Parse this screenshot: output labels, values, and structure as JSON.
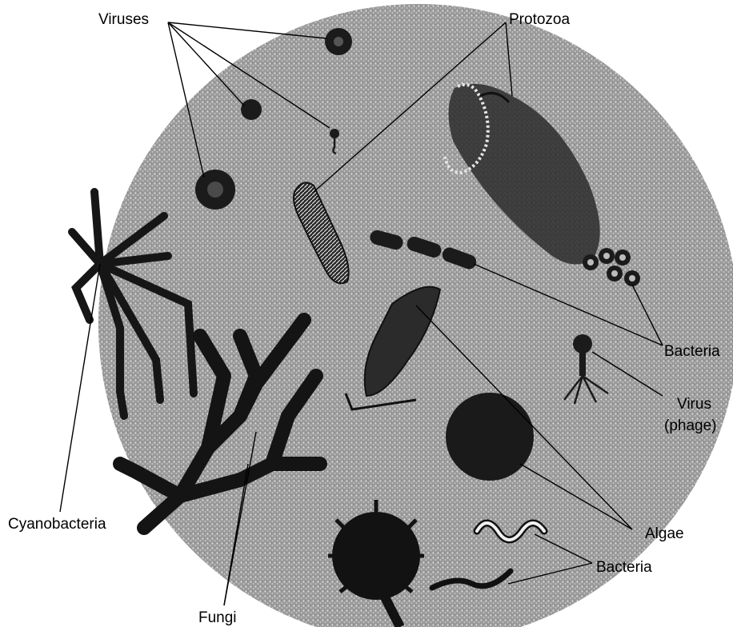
{
  "labels": {
    "viruses": "Viruses",
    "protozoa": "Protozoa",
    "bacteria_right": "Bacteria",
    "virus_phage_line1": "Virus",
    "virus_phage_line2": "(phage)",
    "algae": "Algae",
    "bacteria_bottom": "Bacteria",
    "cyanobacteria": "Cyanobacteria",
    "fungi": "Fungi"
  },
  "colors": {
    "field": "#9a9a9a",
    "field_speckle": "#d8d8d8",
    "organism": "#141414",
    "organism_light": "#3a3a3a"
  }
}
